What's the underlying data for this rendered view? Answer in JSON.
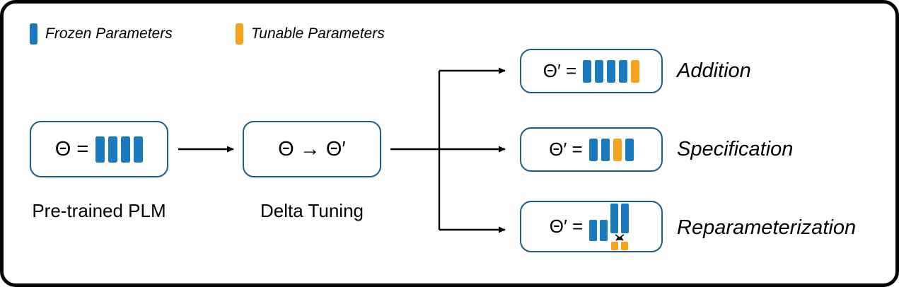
{
  "colors": {
    "frozen": "#1b79bd",
    "tunable": "#f6a21d",
    "border": "#1e5c88"
  },
  "legend": {
    "frozen_label": "Frozen Parameters",
    "tunable_label": "Tunable Parameters"
  },
  "nodes": {
    "pretrained": {
      "formula": "Θ =",
      "caption": "Pre-trained PLM",
      "bars": [
        "frozen",
        "frozen",
        "frozen",
        "frozen"
      ]
    },
    "delta": {
      "formula": "Θ → Θ′",
      "caption": "Delta Tuning"
    },
    "addition": {
      "formula": "Θ′ =",
      "label": "Addition",
      "bars": [
        "frozen",
        "frozen",
        "frozen",
        "frozen",
        "tunable"
      ]
    },
    "specification": {
      "formula": "Θ′ =",
      "label": "Specification",
      "bars": [
        "frozen",
        "frozen",
        "tunable",
        "frozen"
      ]
    },
    "reparameterization": {
      "formula": "Θ′ =",
      "label": "Reparameterization"
    }
  }
}
